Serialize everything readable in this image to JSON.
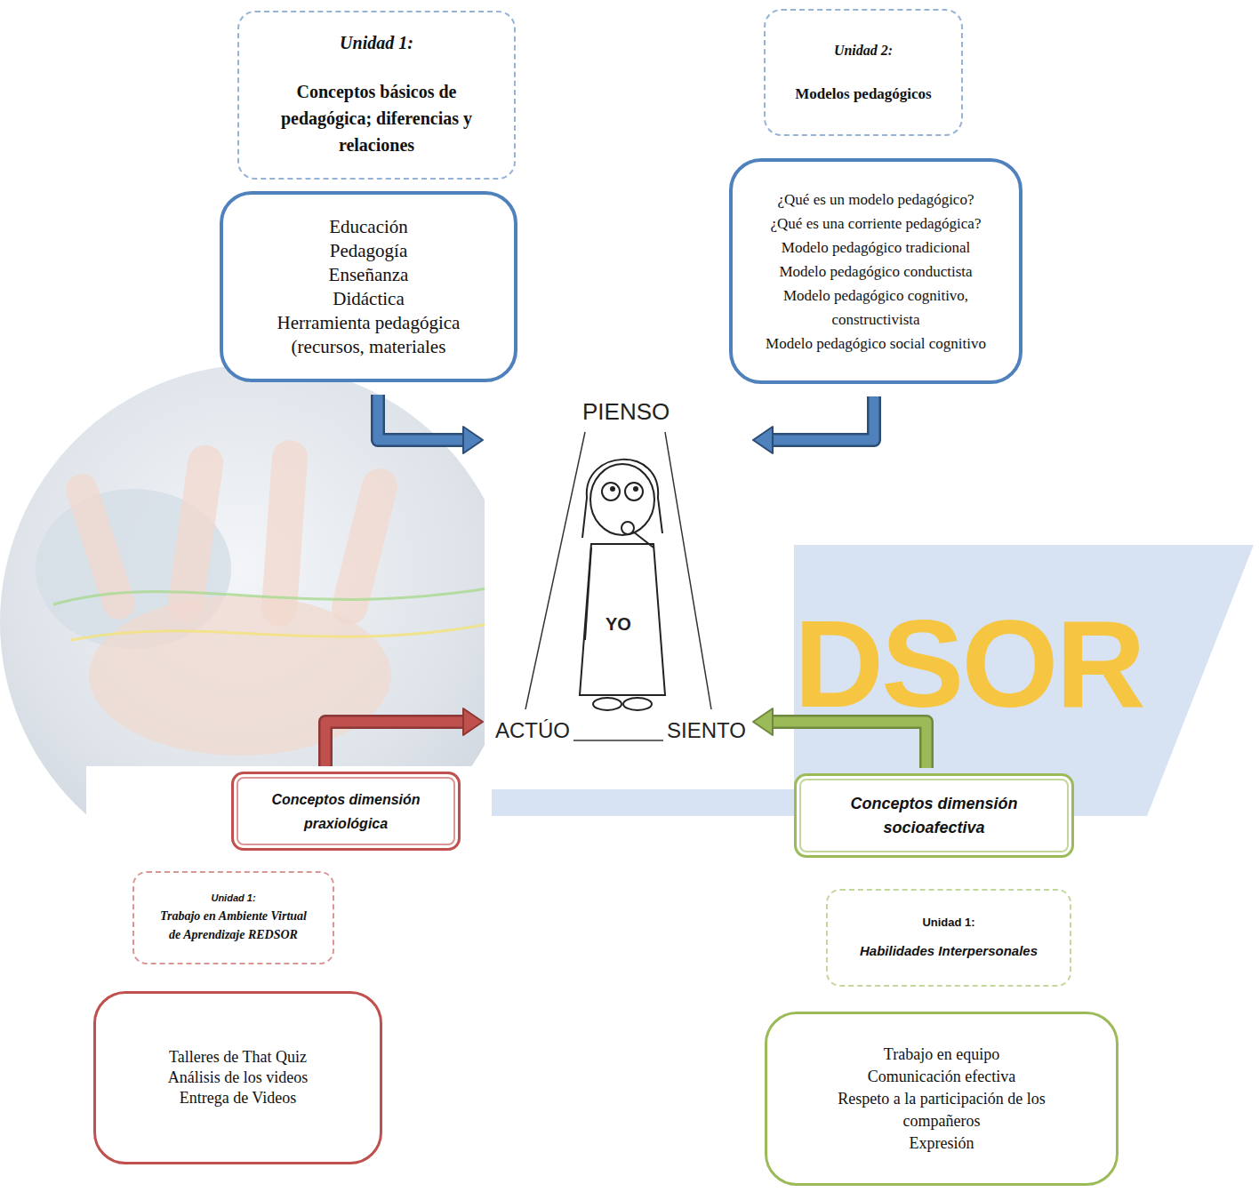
{
  "diagram": {
    "nodes": [
      {
        "text": [
          "Unidad 1:",
          "Conceptos básicos de pedagógica; diferencias y relaciones"
        ]
      },
      {
        "text": [
          "Educación",
          "Pedagogía",
          "Enseñanza",
          "Didáctica",
          "Herramienta pedagógica (recursos, materiales"
        ]
      },
      {
        "text": [
          "Unidad 2:",
          "Modelos pedagógicos"
        ]
      },
      {
        "text": [
          "¿Qué es un modelo pedagógico?",
          "¿Qué es una corriente pedagógica?",
          "Modelo pedagógico tradicional",
          "Modelo pedagógico conductista",
          "Modelo pedagógico cognitivo, constructivista",
          "Modelo pedagógico social cognitivo"
        ]
      },
      {
        "text": [
          "PIENSO",
          "YO",
          "ACTÚO",
          "SIENTO"
        ]
      },
      {
        "text": [
          "Conceptos dimensión praxiológica"
        ]
      },
      {
        "text": [
          "Conceptos dimensión socioafectiva"
        ]
      },
      {
        "text": [
          "Unidad 1:",
          "Trabajo en Ambiente Virtual de Aprendizaje REDSOR"
        ]
      },
      {
        "text": [
          "Unidad 1:",
          "Habilidades Interpersonales"
        ]
      },
      {
        "text": [
          "Talleres de That Quiz",
          "Análisis de los videos",
          "Entrega de Videos"
        ]
      },
      {
        "text": [
          "Trabajo en equipo",
          "Comunicación efectiva",
          "Respeto a la participación de los compañeros",
          "Expresión"
        ]
      }
    ],
    "edges": [
      {
        "from": 1,
        "to": 4,
        "arrow": "to"
      },
      {
        "from": 3,
        "to": 4,
        "arrow": "to"
      },
      {
        "from": 5,
        "to": 4,
        "arrow": "to"
      },
      {
        "from": 6,
        "to": 4,
        "arrow": "to"
      }
    ],
    "labels": [
      "DSOR"
    ]
  }
}
